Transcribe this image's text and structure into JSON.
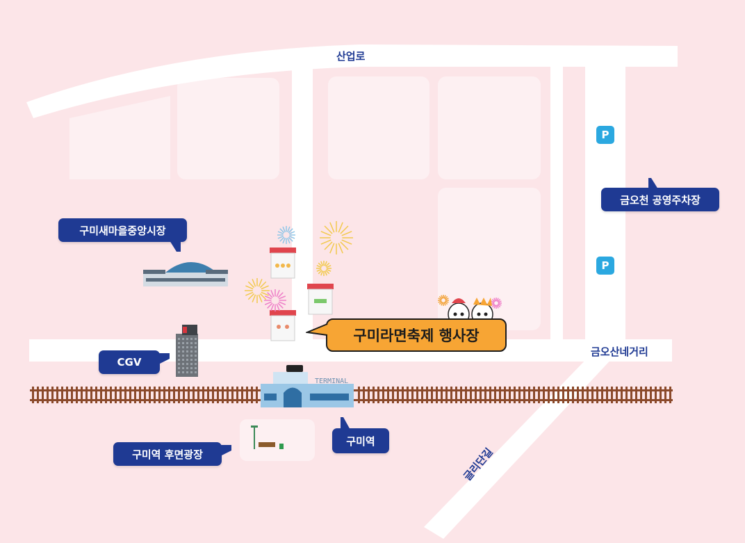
{
  "roads": {
    "sanup_ro": "산업로",
    "geumosan_intersection": "금오산네거리",
    "gurodan_gil": "글리단길"
  },
  "labels": {
    "market": "구미새마을중앙시장",
    "parking_lot": "금오천 공영주차장",
    "cgv": "CGV",
    "gumi_station": "구미역",
    "station_plaza": "구미역 후면광장",
    "festival_venue": "구미라면축제 행사장"
  },
  "parking_symbol": "P",
  "terminal_sign": "TERMINAL",
  "colors": {
    "background": "#fce5e8",
    "road": "#ffffff",
    "block": "#fdf0f2",
    "label_navy": "#1f3a93",
    "venue_orange": "#f7a534",
    "parking_blue": "#2ba8e0"
  }
}
